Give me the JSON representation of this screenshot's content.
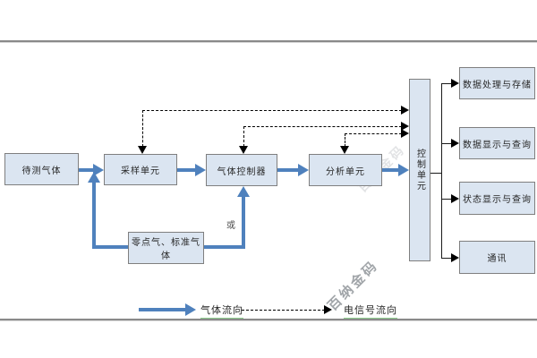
{
  "diagram": {
    "flow_boxes": [
      "待测气体",
      "采样单元",
      "气体控制器",
      "分析单元"
    ],
    "control_unit_label": "控制单元",
    "output_boxes": [
      "数据处理与存储",
      "数据显示与查询",
      "状态显示与查询",
      "通讯"
    ],
    "calibration_box_label": "零点气、标准气体",
    "or_label": "或",
    "legend": {
      "gas_flow_label": "气体流向",
      "signal_flow_label": "电信号流向"
    },
    "watermark_text": "百纳金码",
    "colors": {
      "box_fill": "#dbe5f1",
      "box_border": "#7f7f7f",
      "gas_flow_arrow": "#4f81bd",
      "signal_line": "#000000",
      "legend_underline": "#8fce8f",
      "page_rule": "#8a8a8a"
    }
  }
}
